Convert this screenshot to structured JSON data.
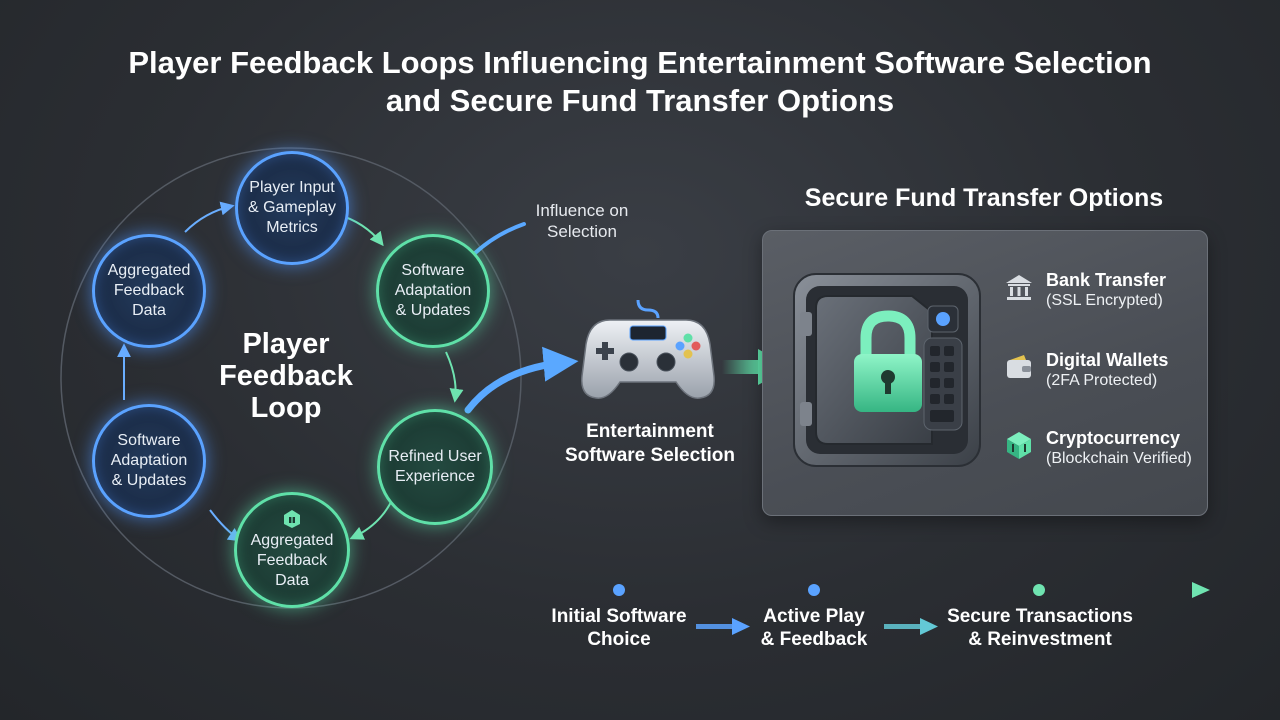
{
  "title": {
    "line1": "Player Feedback Loops Influencing Entertainment Software Selection",
    "line2": "and Secure Fund Transfer Options"
  },
  "loop": {
    "center_line1": "Player",
    "center_line2": "Feedback",
    "center_line3": "Loop",
    "nodes": [
      {
        "lines": [
          "Player Input",
          "& Gameplay",
          "Metrics"
        ]
      },
      {
        "lines": [
          "Software",
          "Adaptation",
          "& Updates"
        ]
      },
      {
        "lines": [
          "Refined User",
          "Experience"
        ]
      },
      {
        "lines": [
          "Aggregated",
          "Feedback",
          "Data"
        ]
      },
      {
        "lines": [
          "Software",
          "Adaptation",
          "& Updates"
        ]
      },
      {
        "lines": [
          "Aggregated",
          "Feedback",
          "Data"
        ]
      }
    ]
  },
  "influence": {
    "line1": "Influence on",
    "line2": "Selection"
  },
  "entertainment": {
    "line1": "Entertainment",
    "line2": "Software Selection"
  },
  "secure": {
    "title": "Secure Fund Transfer Options",
    "options": [
      {
        "name": "Bank Transfer",
        "sub": "(SSL Encrypted)",
        "icon": "bank-icon"
      },
      {
        "name": "Digital Wallets",
        "sub": "(2FA Protected)",
        "icon": "wallet-icon"
      },
      {
        "name": "Cryptocurrency",
        "sub": "(Blockchain Verified)",
        "icon": "crypto-cube-icon"
      }
    ]
  },
  "timeline": {
    "steps": [
      {
        "line1": "Initial Software",
        "line2": "Choice"
      },
      {
        "line1": "Active Play",
        "line2": "& Feedback"
      },
      {
        "line1": "Secure Transactions",
        "line2": "& Reinvestment"
      }
    ]
  },
  "colors": {
    "blue": "#5aa2ff",
    "green": "#5fe0a8",
    "background": "#2b2e33"
  }
}
